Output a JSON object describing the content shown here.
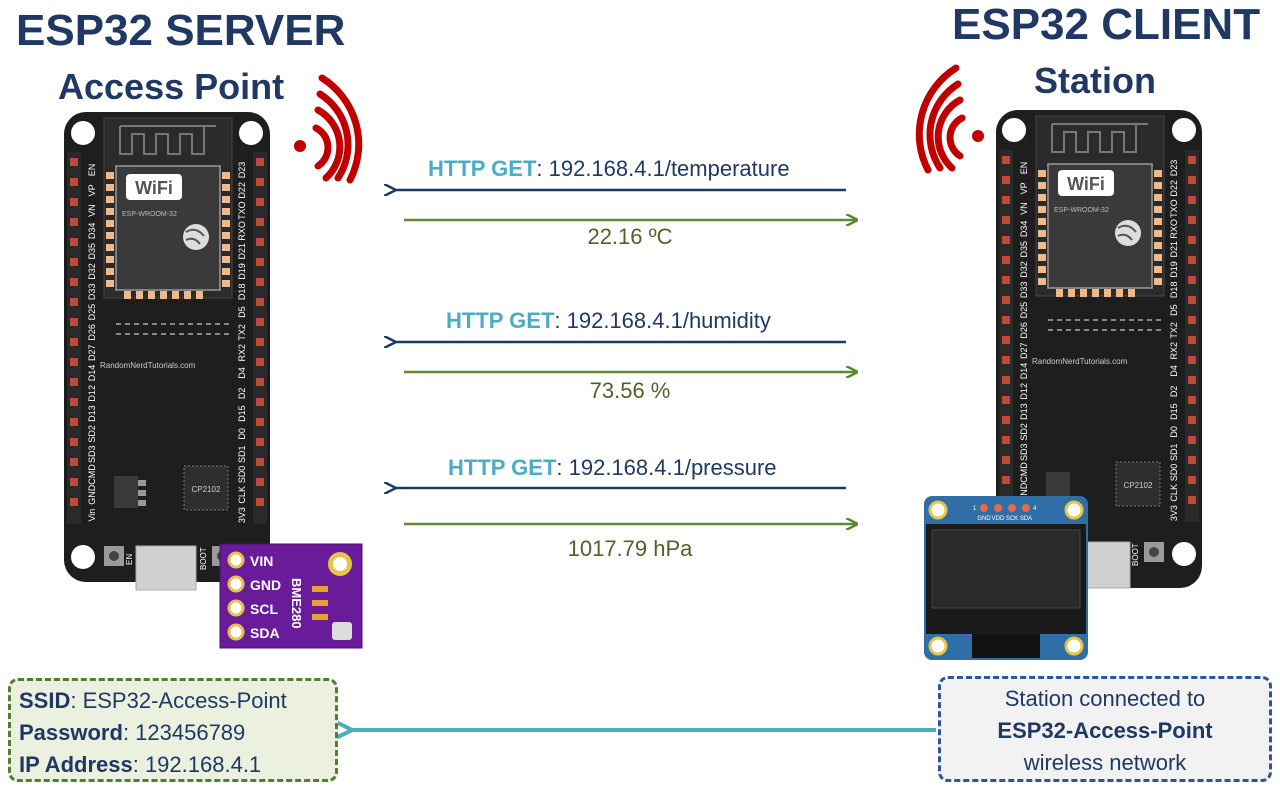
{
  "server": {
    "title": "ESP32 SERVER",
    "subtitle": "Access Point"
  },
  "client": {
    "title": "ESP32 CLIENT",
    "subtitle": "Station"
  },
  "board": {
    "wifi_label": "WiFi",
    "module_label": "ESP-WROOM-32",
    "brand": "RandomNerdTutorials.com",
    "chip": "CP2102",
    "btn_en": "EN",
    "btn_boot": "BOOT",
    "left_pins": [
      "EN",
      "VP",
      "VN",
      "D34",
      "D35",
      "D32",
      "D33",
      "D25",
      "D26",
      "D27",
      "D14",
      "D12",
      "D13",
      "SD2",
      "SD3",
      "CMD",
      "GND",
      "Vin"
    ],
    "right_pins": [
      "D23",
      "D22",
      "TXO",
      "RXO",
      "D21",
      "D19",
      "D18",
      "D5",
      "TX2",
      "RX2",
      "D4",
      "D2",
      "D15",
      "D0",
      "SD1",
      "SD0",
      "CLK",
      "3V3"
    ]
  },
  "requests": [
    {
      "keyword": "HTTP GET",
      "path": ": 192.168.4.1/temperature",
      "response": "22.16 ºC"
    },
    {
      "keyword": "HTTP GET",
      "path": ": 192.168.4.1/humidity",
      "response": "73.56 %"
    },
    {
      "keyword": "HTTP GET",
      "path": ": 192.168.4.1/pressure",
      "response": "1017.79 hPa"
    }
  ],
  "sensor": {
    "name": "BME280",
    "pins": [
      "VIN",
      "GND",
      "SCL",
      "SDA"
    ]
  },
  "oled": {
    "pins": [
      "GND",
      "VDD",
      "SCK",
      "SDA"
    ],
    "pin_numbers": [
      "1",
      "4"
    ]
  },
  "ap_info": {
    "ssid_label": "SSID",
    "ssid_value": ": ESP32-Access-Point",
    "password_label": "Password",
    "password_value": ": 123456789",
    "ip_label": "IP Address",
    "ip_value": ": 192.168.4.1"
  },
  "station_info": {
    "line1": "Station connected to",
    "line2": "ESP32-Access-Point",
    "line3": "wireless network"
  },
  "colors": {
    "navy": "#1f3864",
    "http_keyword": "#4bacc6",
    "response_green": "#4f6228",
    "arrow_green": "#5a8a32",
    "wifi_red": "#c00000",
    "board": "#1e1e1e",
    "sensor_purple": "#6a1b9a",
    "oled_blue": "#2f6ea6",
    "link_arrow": "#4bacc6"
  }
}
